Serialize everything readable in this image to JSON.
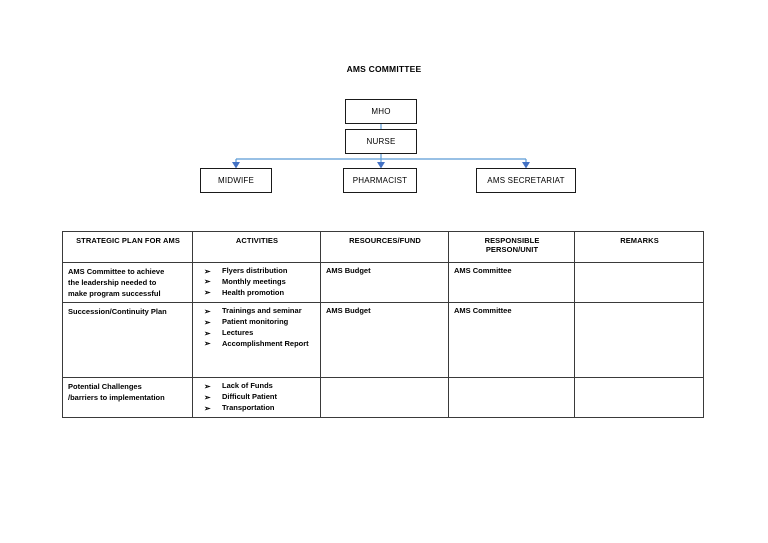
{
  "chart": {
    "title": "AMS COMMITTEE",
    "accent_color": "#5B9BD5",
    "box_border_color": "#1a1a1a",
    "nodes": {
      "mho": "MHO",
      "nurse": "NURSE",
      "midwife": "MIDWIFE",
      "pharmacist": "PHARMACIST",
      "secretariat": "AMS SECRETARIAT"
    }
  },
  "table": {
    "headers": {
      "plan": "STRATEGIC PLAN FOR AMS",
      "activities": "ACTIVITIES",
      "resources": "RESOURCES/FUND",
      "responsible_line1": "RESPONSIBLE",
      "responsible_line2": "PERSON/UNIT",
      "remarks": "REMARKS"
    },
    "bullet_glyph": "➢",
    "rows": [
      {
        "plan_lines": [
          "AMS Committee to achieve",
          "the leadership needed to",
          "make program successful"
        ],
        "activities": [
          "Flyers distribution",
          "Monthly meetings",
          "Health promotion"
        ],
        "resources": "AMS Budget",
        "responsible": "AMS Committee",
        "remarks": ""
      },
      {
        "plan_lines": [
          "Succession/Continuity Plan"
        ],
        "activities": [
          "Trainings and seminar",
          "Patient monitoring",
          "Lectures",
          "Accomplishment Report"
        ],
        "resources": "AMS Budget",
        "responsible": "AMS Committee",
        "remarks": ""
      },
      {
        "plan_lines": [
          "Potential Challenges",
          "/barriers to implementation"
        ],
        "activities": [
          "Lack of Funds",
          "Difficult Patient",
          "Transportation"
        ],
        "resources": "",
        "responsible": "",
        "remarks": ""
      }
    ]
  }
}
